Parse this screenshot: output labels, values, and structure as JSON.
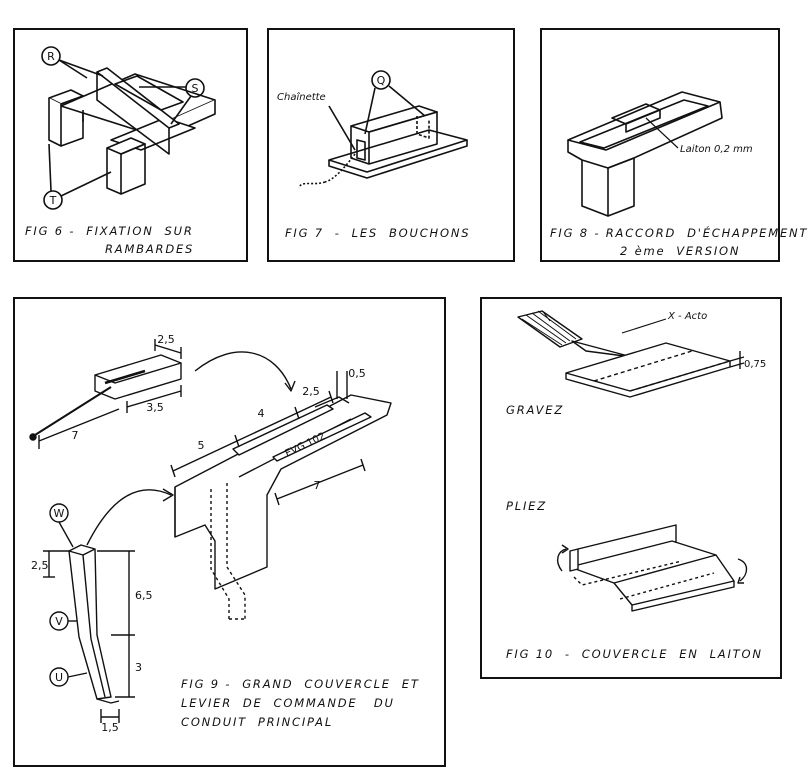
{
  "fig6": {
    "caption_line1": "FIG 6 -  FIXATION  SUR",
    "caption_line2": "RAMBARDES",
    "label_r": "R",
    "label_s": "S",
    "label_t": "T"
  },
  "fig7": {
    "caption": "FIG 7  -  LES  BOUCHONS",
    "label_q": "Q",
    "label_chainette": "Chaînette"
  },
  "fig8": {
    "caption_line1": "FIG 8 - RACCORD  D'ÉCHAPPEMENT",
    "caption_line2": "2 ème  VERSION",
    "label_laiton": "Laiton  0,2 mm"
  },
  "fig9": {
    "caption_line1": "FIG 9 -  GRAND  COUVERCLE  ET",
    "caption_line2": "LEVIER  DE  COMMANDE   DU",
    "caption_line3": "CONDUIT  PRINCIPAL",
    "dim_2_5_top": "2,5",
    "dim_3_5": "3,5",
    "dim_7_left": "7",
    "dim_4": "4",
    "dim_2_5_mid": "2,5",
    "dim_0_5": "0,5",
    "dim_5": "5",
    "dim_7_right": "7",
    "label_evg": "EVG 102",
    "label_w": "W",
    "label_v": "V",
    "label_u": "U",
    "dim_2_5_lever": "2,5",
    "dim_6_5": "6,5",
    "dim_3": "3",
    "dim_1_5": "1,5"
  },
  "fig10": {
    "caption": "FIG 10  -  COUVERCLE  EN  LAITON",
    "label_xacto": "X - Acto",
    "dim_0_75": "0,75",
    "step_gravez": "GRAVEZ",
    "step_pliez": "PLIEZ"
  }
}
